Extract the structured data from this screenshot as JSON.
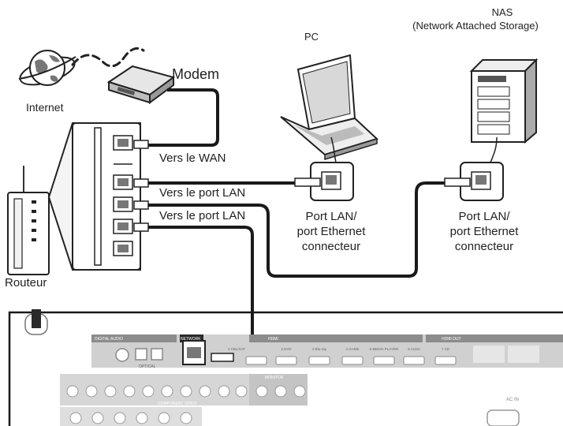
{
  "labels": {
    "nas_title": "NAS",
    "nas_subtitle": "(Network Attached Storage)",
    "pc": "PC",
    "modem": "Modem",
    "internet": "Internet",
    "to_wan": "Vers le WAN",
    "to_lan_1": "Vers le port LAN",
    "to_lan_2": "Vers le port LAN",
    "pc_port_line1": "Port LAN/",
    "pc_port_line2": "port Ethernet",
    "pc_port_line3": "connecteur",
    "nas_port_line1": "Port LAN/",
    "nas_port_line2": "port Ethernet",
    "nas_port_line3": "connecteur",
    "router": "Routeur"
  },
  "receiver_panel": {
    "digital_audio": "DIGITAL AUDIO",
    "network": "NETWORK",
    "hdmi": "HDMI",
    "hdmi_out": "HDMI OUT",
    "optical": "OPTICAL",
    "component_video": "COMPONENT VIDEO",
    "monitor": "MONITOR",
    "ac_in": "AC IN",
    "hdmi_inputs": [
      "1 CBL/SAT",
      "2 DVD",
      "3 Blu-ray",
      "4 GAME",
      "5 MEDIA PLAYER",
      "6 AUX2",
      "7 CD"
    ]
  },
  "colors": {
    "line": "#1a1a1a",
    "panel_gray": "#c9c9c9",
    "panel_dark": "#8c8c8c",
    "network_highlight": "#2a2a2a"
  }
}
